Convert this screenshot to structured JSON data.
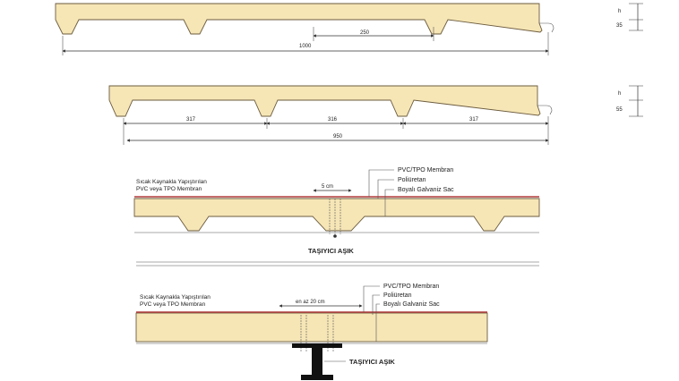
{
  "colors": {
    "foam": "#f6e6b6",
    "outline": "#6b5b3e",
    "membrane": "#b23a3a",
    "dimension": "#333333"
  },
  "profile1": {
    "rib_pitch_label": "250",
    "total_width_label": "1000",
    "side_h_label": "h",
    "side_35_label": "35"
  },
  "profile2": {
    "span_left_label": "317",
    "span_middle_label": "316",
    "span_right_label": "317",
    "total_width_label": "950",
    "side_h_label": "h",
    "side_55_label": "55"
  },
  "detail1": {
    "left_note_line1": "Sıcak Kaynakla Yapıştırılan",
    "left_note_line2": "PVC veya TPO Membran",
    "overlap_label": "5 cm",
    "membrane_label": "PVC/TPO Membran",
    "insulation_label": "Poliüretan",
    "sheet_label": "Boyalı Galvaniz Sac",
    "support_label": "TAŞIYICI AŞIK"
  },
  "detail2": {
    "left_note_line1": "Sıcak Kaynakla Yapıştırılan",
    "left_note_line2": "PVC veya TPO Membran",
    "overlap_label": "en az 20 cm",
    "membrane_label": "PVC/TPO Membran",
    "insulation_label": "Poliüretan",
    "sheet_label": "Boyalı Galvaniz Sac",
    "support_label": "TAŞIYICI AŞIK"
  }
}
